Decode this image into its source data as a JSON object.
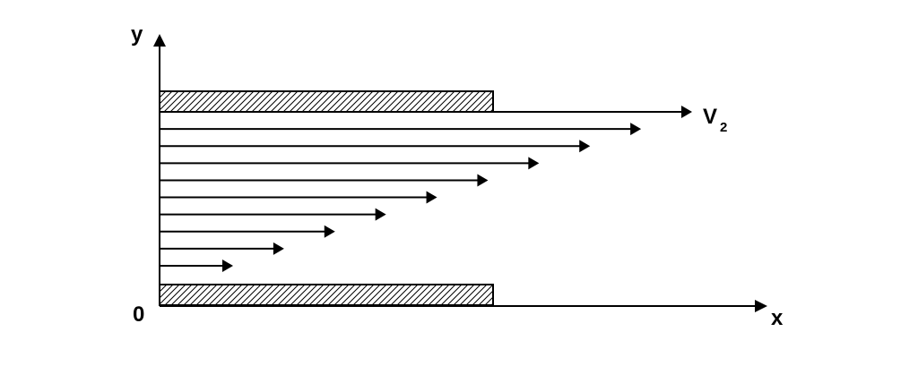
{
  "labels": {
    "y_axis": "y",
    "x_axis": "x",
    "origin": "0",
    "velocity_main": "V",
    "velocity_subscript": "2"
  },
  "diagram": {
    "arrow_count": 10,
    "profile": "linear"
  },
  "colors": {
    "stroke": "#000000",
    "background": "#ffffff"
  }
}
